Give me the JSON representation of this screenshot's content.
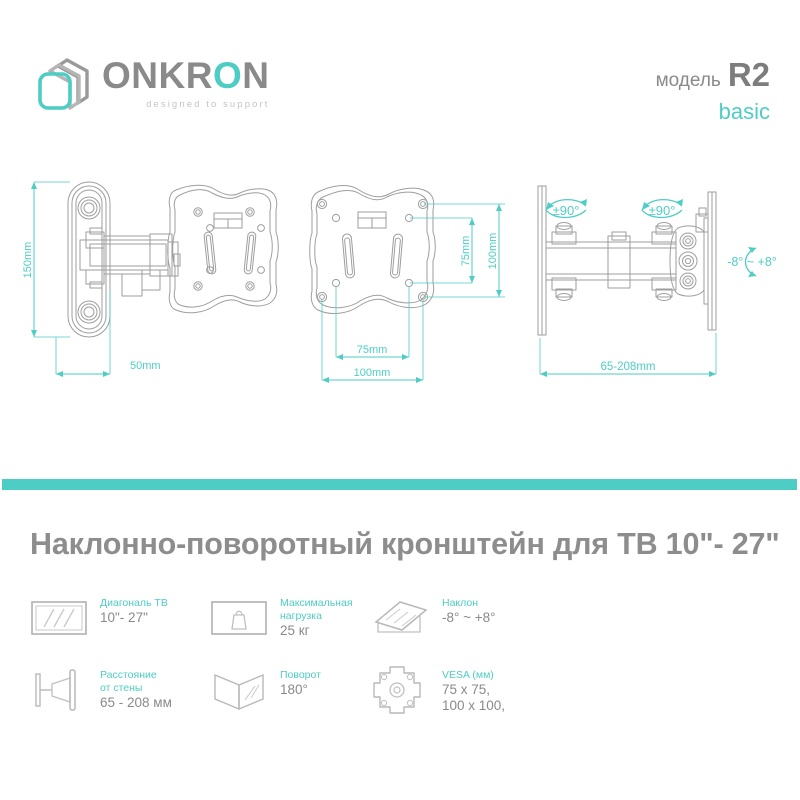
{
  "brand": {
    "wordmark_part1": "ONKR",
    "wordmark_accent": "O",
    "wordmark_part2": "N",
    "tagline": "designed to support",
    "accent_color": "#4ecdc4",
    "gray_color": "#8a8a8a"
  },
  "model": {
    "prefix": "модель",
    "code": "R2",
    "variant": "basic"
  },
  "drawings": {
    "front_view": {
      "height_label": "150mm",
      "depth_label": "50mm"
    },
    "plate_view": {
      "vesa_width_small": "75mm",
      "vesa_width_large": "100mm",
      "vesa_height_small": "75mm",
      "vesa_height_large": "100mm"
    },
    "side_view": {
      "swivel_left": "±90°",
      "swivel_right": "±90°",
      "tilt": "-8° ~ +8°",
      "extension": "65-208mm"
    }
  },
  "product": {
    "title": "Наклонно-поворотный кронштейн для ТВ 10\"- 27\""
  },
  "features": [
    {
      "icon": "tv-screen-icon",
      "label": "Диагональ ТВ",
      "value": "10\"- 27\"",
      "value2": "",
      "value3": ""
    },
    {
      "icon": "weight-icon",
      "label_line1": "Максимальная",
      "label_line2": "нагрузка",
      "label": "Максимальная",
      "value": "25 кг",
      "value2": "",
      "value3": ""
    },
    {
      "icon": "tilt-icon",
      "label": "Наклон",
      "value": "-8° ~ +8°",
      "value2": "",
      "value3": ""
    },
    {
      "icon": "wall-distance-icon",
      "label_line1": "Расстояние",
      "label_line2": "от стены",
      "label": "Расстояние",
      "value": "65 - 208 мм",
      "value2": "",
      "value3": ""
    },
    {
      "icon": "swivel-icon",
      "label": "Поворот",
      "value": "180°",
      "value2": "",
      "value3": ""
    },
    {
      "icon": "vesa-icon",
      "label": "VESA (мм)",
      "value": "75 x 75,",
      "value2": "100 x 100,",
      "value3": ""
    }
  ]
}
